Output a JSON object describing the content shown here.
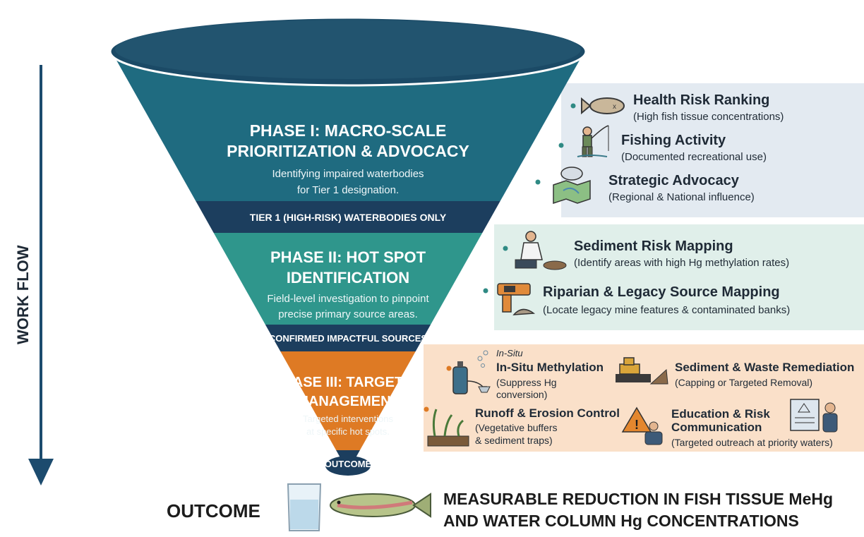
{
  "workflow_label": "WORK FLOW",
  "phase1": {
    "title_line1": "PHASE I: MACRO-SCALE",
    "title_line2": "PRIORITIZATION & ADVOCACY",
    "desc_line1": "Identifying impaired waterbodies",
    "desc_line2": "for Tier 1 designation.",
    "band": "TIER 1 (HIGH-RISK) WATERBODIES ONLY",
    "items": [
      {
        "title": "Health Risk Ranking",
        "sub": "(High fish tissue concentrations)",
        "icon": "fish-icon"
      },
      {
        "title": "Fishing Activity",
        "sub": "(Documented recreational use)",
        "icon": "angler-icon"
      },
      {
        "title": "Strategic Advocacy",
        "sub": "(Regional & National influence)",
        "icon": "map-cloud-icon"
      }
    ]
  },
  "phase2": {
    "title_line1": "PHASE II: HOT SPOT",
    "title_line2": "IDENTIFICATION",
    "desc_line1": "Field-level investigation to pinpoint",
    "desc_line2": "precise primary source areas.",
    "band": "CONFIRMED IMPACTFUL SOURCES",
    "items": [
      {
        "title": "Sediment Risk Mapping",
        "sub": "(Identify areas with high Hg methylation rates)",
        "icon": "field-scientist-icon"
      },
      {
        "title": "Riparian & Legacy Source Mapping",
        "sub": "(Locate legacy mine features & contaminated banks)",
        "icon": "xrf-gun-icon"
      }
    ]
  },
  "phase3": {
    "title_line1": "PHASE III: TARGETED",
    "title_line2": "MANAGEMENT",
    "desc_line1": "Targeted interventions",
    "desc_line2": "at specific hot spots.",
    "band": "OUTCOME",
    "items": [
      {
        "overline": "In-Situ",
        "title": "In-Situ Methylation",
        "sub_line1": "(Suppress Hg",
        "sub_line2": "conversion)",
        "icon": "gas-cylinder-icon"
      },
      {
        "title": "Sediment & Waste Remediation",
        "sub_line1": "(Capping or Targeted Removal)",
        "icon": "bulldozer-icon"
      },
      {
        "title": "Runoff & Erosion Control",
        "sub_line1": "(Vegetative buffers",
        "sub_line2": "& sediment traps)",
        "icon": "plants-icon"
      },
      {
        "title_line1": "Education & Risk",
        "title_line2": "Communication",
        "sub_line1": "(Targeted outreach at priority waters)",
        "icon": "warning-person-icon"
      }
    ]
  },
  "outcome": {
    "label": "OUTCOME",
    "text_line1": "MEASURABLE REDUCTION IN FISH TISSUE MeHg",
    "text_line2": "AND WATER COLUMN Hg CONCENTRATIONS"
  },
  "colors": {
    "phase1": "#1f6b80",
    "phase1_dark": "#1b4a66",
    "phase2": "#2f968c",
    "phase3": "#de7a24",
    "band_navy": "#1c3e5e",
    "panel1": "#e3eaf1",
    "panel2": "#e0efea",
    "panel3": "#fae0c9",
    "arrow": "#1c4b6e"
  }
}
